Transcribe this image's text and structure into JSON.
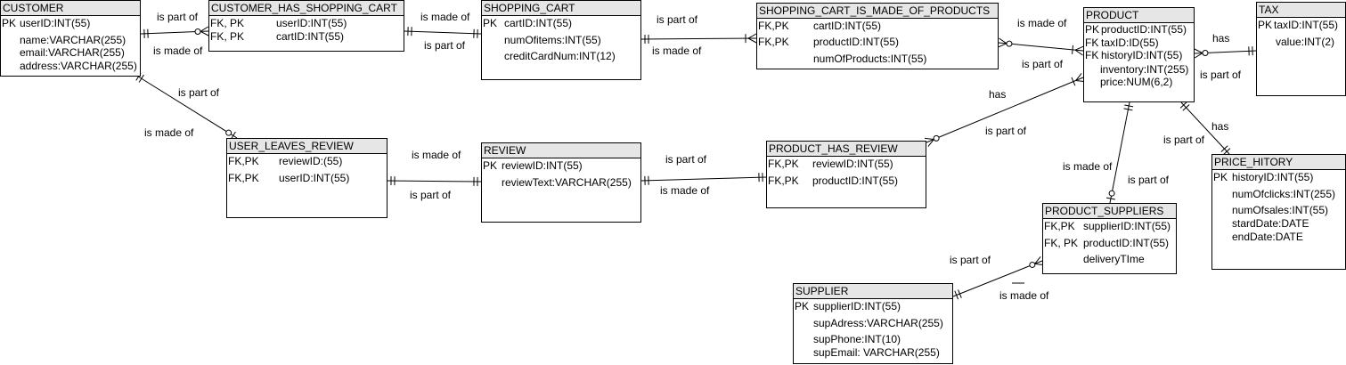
{
  "entities": [
    {
      "id": "customer",
      "name": "CUSTOMER",
      "rows": [
        {
          "key": "PK",
          "field": "userID:INT(55)"
        },
        {
          "key": "",
          "field": "name:VARCHAR(255)"
        },
        {
          "key": "",
          "field": "email:VARCHAR(255)"
        },
        {
          "key": "",
          "field": "address:VARCHAR(255)"
        }
      ]
    },
    {
      "id": "customer-has-shopping-cart",
      "name": "CUSTOMER_HAS_SHOPPING_CART",
      "rows": [
        {
          "key": "FK, PK",
          "field": "userID:INT(55)"
        },
        {
          "key": "FK, PK",
          "field": "cartID:INT(55)"
        }
      ]
    },
    {
      "id": "shopping-cart",
      "name": "SHOPPING_CART",
      "rows": [
        {
          "key": "PK",
          "field": "cartID:INT(55)"
        },
        {
          "key": "",
          "field": "numOfitems:INT(55)"
        },
        {
          "key": "",
          "field": "creditCardNum:INT(12)"
        }
      ]
    },
    {
      "id": "shopping-cart-is-made-of-products",
      "name": "SHOPPING_CART_IS_MADE_OF_PRODUCTS",
      "rows": [
        {
          "key": "FK,PK",
          "field": "cartID:INT(55)"
        },
        {
          "key": "FK,PK",
          "field": "productID:INT(55)"
        },
        {
          "key": "",
          "field": "numOfProducts:INT(55)"
        }
      ]
    },
    {
      "id": "product",
      "name": "PRODUCT",
      "rows": [
        {
          "key": "PK",
          "field": "productID:INT(55)"
        },
        {
          "key": "FK",
          "field": "taxID:ID(55)"
        },
        {
          "key": "FK",
          "field": "historyID:INT(55)"
        },
        {
          "key": "",
          "field": "inventory:INT(255)"
        },
        {
          "key": "",
          "field": "price:NUM(6,2)"
        }
      ]
    },
    {
      "id": "tax",
      "name": "TAX",
      "rows": [
        {
          "key": "PK",
          "field": "taxID:INT(55)"
        },
        {
          "key": "",
          "field": "value:INT(2)"
        }
      ]
    },
    {
      "id": "user-leaves-review",
      "name": "USER_LEAVES_REVIEW",
      "rows": [
        {
          "key": "FK,PK",
          "field": "reviewID:(55)"
        },
        {
          "key": "FK,PK",
          "field": "userID:INT(55)"
        }
      ]
    },
    {
      "id": "review",
      "name": "REVIEW",
      "rows": [
        {
          "key": "PK",
          "field": "reviewID:INT(55)"
        },
        {
          "key": "",
          "field": "reviewText:VARCHAR(255)"
        }
      ]
    },
    {
      "id": "product-has-review",
      "name": "PRODUCT_HAS_REVIEW",
      "rows": [
        {
          "key": "FK,PK",
          "field": "reviewID:INT(55)"
        },
        {
          "key": "FK,PK",
          "field": "productID:INT(55)"
        }
      ]
    },
    {
      "id": "price-history",
      "name": "PRICE_HITORY",
      "rows": [
        {
          "key": "PK",
          "field": "historyID:INT(55)"
        },
        {
          "key": "",
          "field": "numOfclicks:INT(255)"
        },
        {
          "key": "",
          "field": "numOfsales:INT(55)"
        },
        {
          "key": "",
          "field": "stardDate:DATE"
        },
        {
          "key": "",
          "field": "endDate:DATE"
        }
      ]
    },
    {
      "id": "product-suppliers",
      "name": "PRODUCT_SUPPLIERS",
      "rows": [
        {
          "key": "FK,PK",
          "field": "supplierID:INT(55)"
        },
        {
          "key": "FK, PK",
          "field": "productID:INT(55)"
        },
        {
          "key": "",
          "field": "deliveryTIme"
        }
      ]
    },
    {
      "id": "supplier",
      "name": "SUPPLIER",
      "rows": [
        {
          "key": "PK",
          "field": "supplierID:INT(55)"
        },
        {
          "key": "",
          "field": "supAdress:VARCHAR(255)"
        },
        {
          "key": "",
          "field": "supPhone:INT(10)"
        },
        {
          "key": "",
          "field": "supEmail: VARCHAR(255)"
        }
      ]
    }
  ],
  "relationships": [
    {
      "from": "customer",
      "to": "customer-has-shopping-cart",
      "from_end": "one-and-only-one",
      "to_end": "zero-or-many",
      "labels": [
        "is part of",
        "is made of"
      ]
    },
    {
      "from": "customer-has-shopping-cart",
      "to": "shopping-cart",
      "from_end": "one-and-only-one",
      "to_end": "one-and-only-one",
      "labels": [
        "is made of",
        "is part of"
      ]
    },
    {
      "from": "shopping-cart",
      "to": "shopping-cart-is-made-of-products",
      "from_end": "one-and-only-one",
      "to_end": "one-or-many",
      "labels": [
        "is part of",
        "is made of"
      ]
    },
    {
      "from": "shopping-cart-is-made-of-products",
      "to": "product",
      "from_end": "zero-or-many",
      "to_end": "one-or-many",
      "labels": [
        "is made of",
        "is part of"
      ]
    },
    {
      "from": "product",
      "to": "tax",
      "from_end": "zero-or-many",
      "to_end": "one-and-only-one",
      "labels": [
        "has",
        "is part of"
      ]
    },
    {
      "from": "customer",
      "to": "user-leaves-review",
      "from_end": "one-and-only-one",
      "to_end": "zero-or-one",
      "labels": [
        "is part of",
        "is made of"
      ]
    },
    {
      "from": "user-leaves-review",
      "to": "review",
      "from_end": "one-and-only-one",
      "to_end": "one-and-only-one",
      "labels": [
        "is made of",
        "is part of"
      ]
    },
    {
      "from": "review",
      "to": "product-has-review",
      "from_end": "one-and-only-one",
      "to_end": "one-and-only-one",
      "labels": [
        "is part of",
        "is made of"
      ]
    },
    {
      "from": "product-has-review",
      "to": "product",
      "from_end": "zero-or-many",
      "to_end": "one-or-many",
      "labels": [
        "has",
        "is part of"
      ]
    },
    {
      "from": "product",
      "to": "price-history",
      "from_end": "one-and-only-one",
      "to_end": "one-and-only-one",
      "labels": [
        "has",
        "is part of"
      ]
    },
    {
      "from": "product",
      "to": "product-suppliers",
      "from_end": "one-and-only-one",
      "to_end": "zero-or-one",
      "labels": [
        "is made of",
        "is part of"
      ]
    },
    {
      "from": "product-suppliers",
      "to": "supplier",
      "from_end": "zero-or-many",
      "to_end": "one-and-only-one",
      "labels": [
        "is part of",
        "is made of"
      ]
    }
  ]
}
